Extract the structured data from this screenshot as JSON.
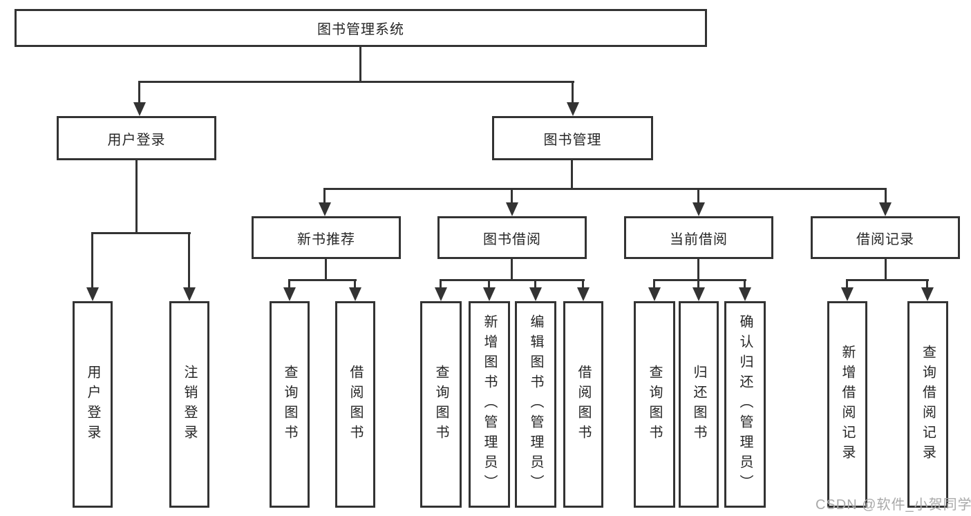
{
  "diagram": {
    "title": "图书管理系统",
    "root": "图书管理系统",
    "branches": [
      {
        "label": "用户登录",
        "children": [
          "用户登录",
          "注销登录"
        ]
      },
      {
        "label": "图书管理",
        "sections": [
          {
            "label": "新书推荐",
            "children": [
              "查询图书",
              "借阅图书"
            ]
          },
          {
            "label": "图书借阅",
            "children": [
              "查询图书",
              "新增图书（管理员）",
              "编辑图书（管理员）",
              "借阅图书"
            ]
          },
          {
            "label": "当前借阅",
            "children": [
              "查询图书",
              "归还图书",
              "确认归还（管理员）"
            ]
          },
          {
            "label": "借阅记录",
            "children": [
              "新增借阅记录",
              "查询借阅记录"
            ]
          }
        ]
      }
    ]
  },
  "watermark": "CSDN @软件_小贺同学",
  "colors": {
    "line": "#333333",
    "box_border": "#333333",
    "box_fill": "#ffffff",
    "text": "#262626",
    "watermark": "#a9a9a9",
    "background": "#ffffff"
  }
}
